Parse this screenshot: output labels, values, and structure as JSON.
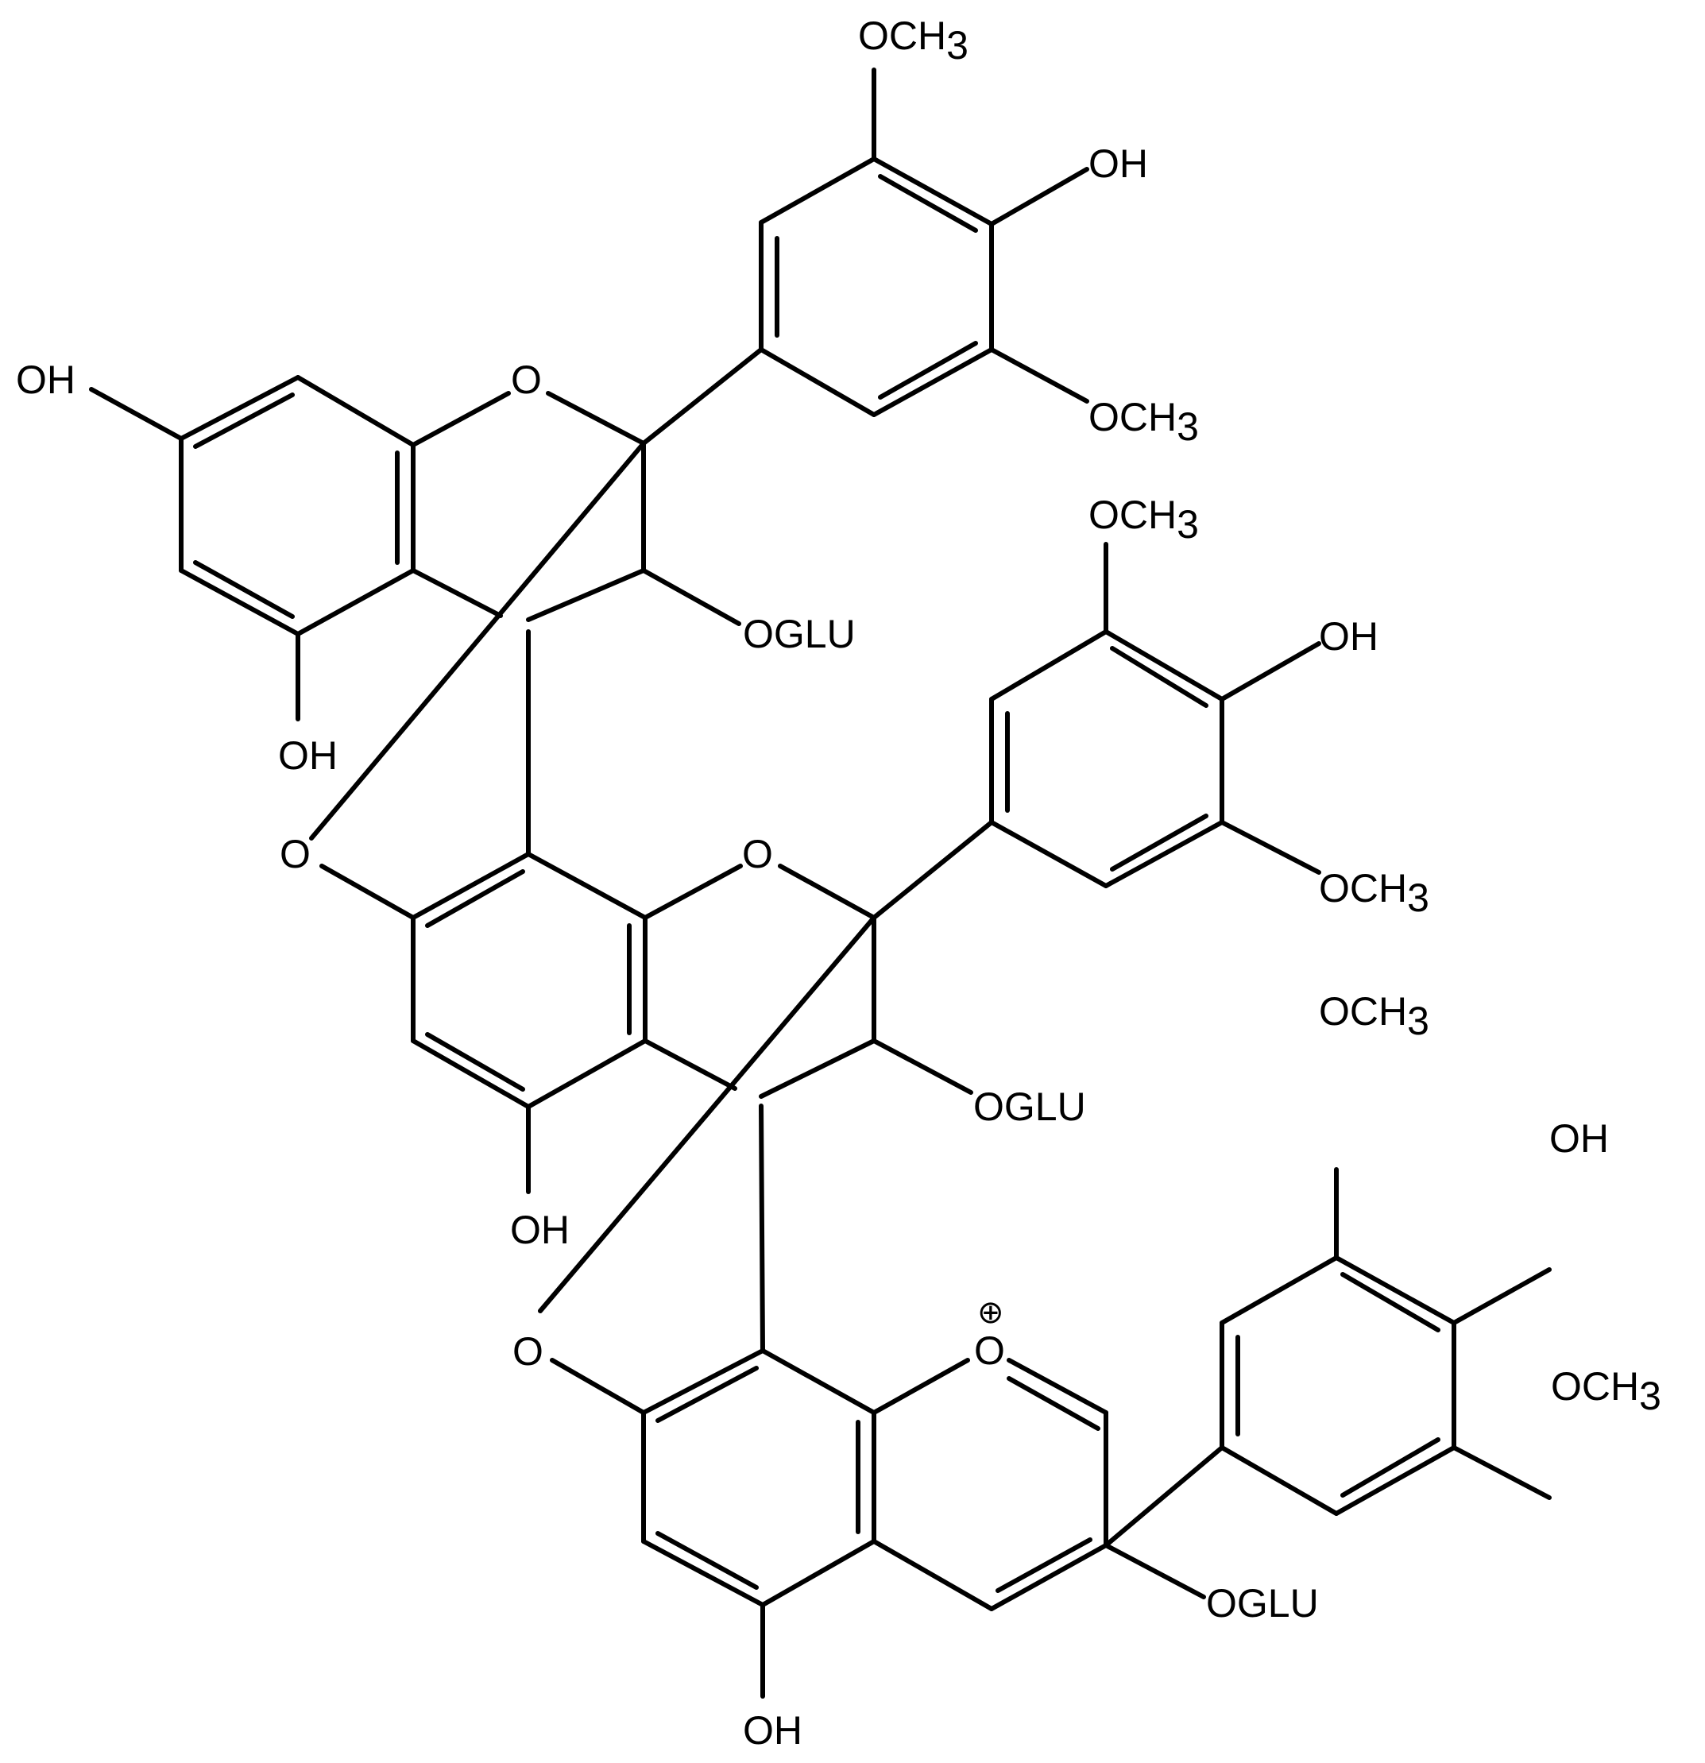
{
  "colors": {
    "ink": "#000000",
    "background": "#ffffff"
  },
  "labels": {
    "och3_a": "OCH",
    "och3_a_sub": "3",
    "oh_a": "OH",
    "och3_b": "OCH",
    "och3_b_sub": "3",
    "oh_left": "OH",
    "o_ring1": "O",
    "oglu_1": "OGLU",
    "oh_5_top": "OH",
    "och3_c": "OCH",
    "och3_c_sub": "3",
    "oh_c": "OH",
    "och3_d": "OCH",
    "och3_d_sub": "3",
    "o_bridge1": "O",
    "o_ring2": "O",
    "oglu_2": "OGLU",
    "oh_5_mid": "OH",
    "och3_e": "OCH",
    "och3_e_sub": "3",
    "oh_e": "OH",
    "charge": "⊕",
    "o_flavylium": "O",
    "och3_f": "OCH",
    "och3_f_sub": "3",
    "o_bridge2": "O",
    "oglu_3": "OGLU",
    "oh_bottom": "OH"
  }
}
